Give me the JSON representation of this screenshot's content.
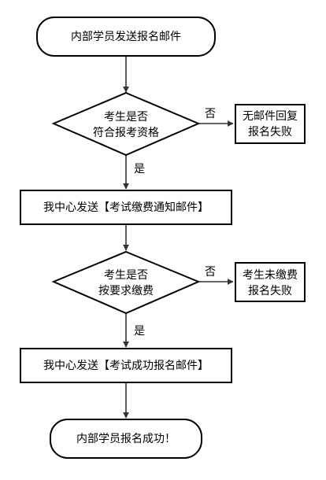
{
  "flowchart": {
    "nodes": {
      "start": {
        "text": "内部学员发送报名邮件"
      },
      "decision1": {
        "lines": [
          "考生是否",
          "符合报考资格"
        ]
      },
      "reject1": {
        "lines": [
          "无邮件回复",
          "报名失败"
        ]
      },
      "step1": {
        "text": "我中心发送【考试缴费通知邮件】"
      },
      "decision2": {
        "lines": [
          "考生是否",
          "按要求缴费"
        ]
      },
      "reject2": {
        "lines": [
          "考生未缴费",
          "报名失败"
        ]
      },
      "step2": {
        "text": "我中心发送【考试成功报名邮件】"
      },
      "end": {
        "text": "内部学员报名成功！"
      }
    },
    "edge_labels": {
      "no1": "否",
      "yes1": "是",
      "no2": "否",
      "yes2": "是"
    }
  }
}
